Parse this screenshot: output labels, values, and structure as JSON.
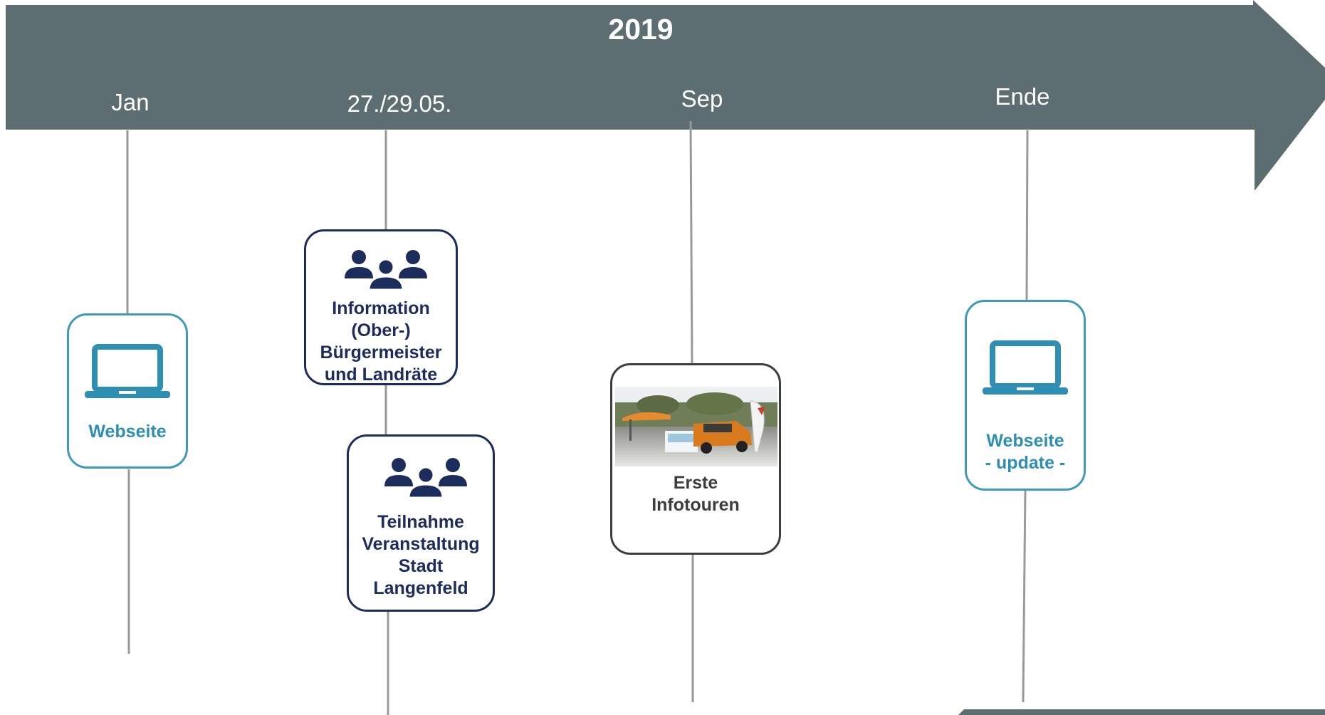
{
  "timeline": {
    "year": "2019",
    "milestones": [
      "Jan",
      "27./29.05.",
      "Sep",
      "Ende"
    ]
  },
  "cards": {
    "webseite": {
      "label": "Webseite",
      "icon": "laptop-icon"
    },
    "info_buergermeister": {
      "label": "Information\n(Ober-)\nBürgermeister\nund Landräte",
      "icon": "people-group-icon"
    },
    "teilnahme": {
      "label": "Teilnahme\nVeranstaltung\nStadt\nLangenfeld",
      "icon": "people-group-icon"
    },
    "infotouren": {
      "label": "Erste\nInfotouren",
      "image": "infotour-photo"
    },
    "webseite_update": {
      "label": "Webseite\n- update -",
      "icon": "laptop-icon"
    }
  },
  "colors": {
    "arrow": "#5d6e72",
    "teal": "#3f9ab8",
    "navy": "#1c2c5b",
    "connector": "#9a9a9a",
    "footer_bar": "#5d6e72"
  }
}
